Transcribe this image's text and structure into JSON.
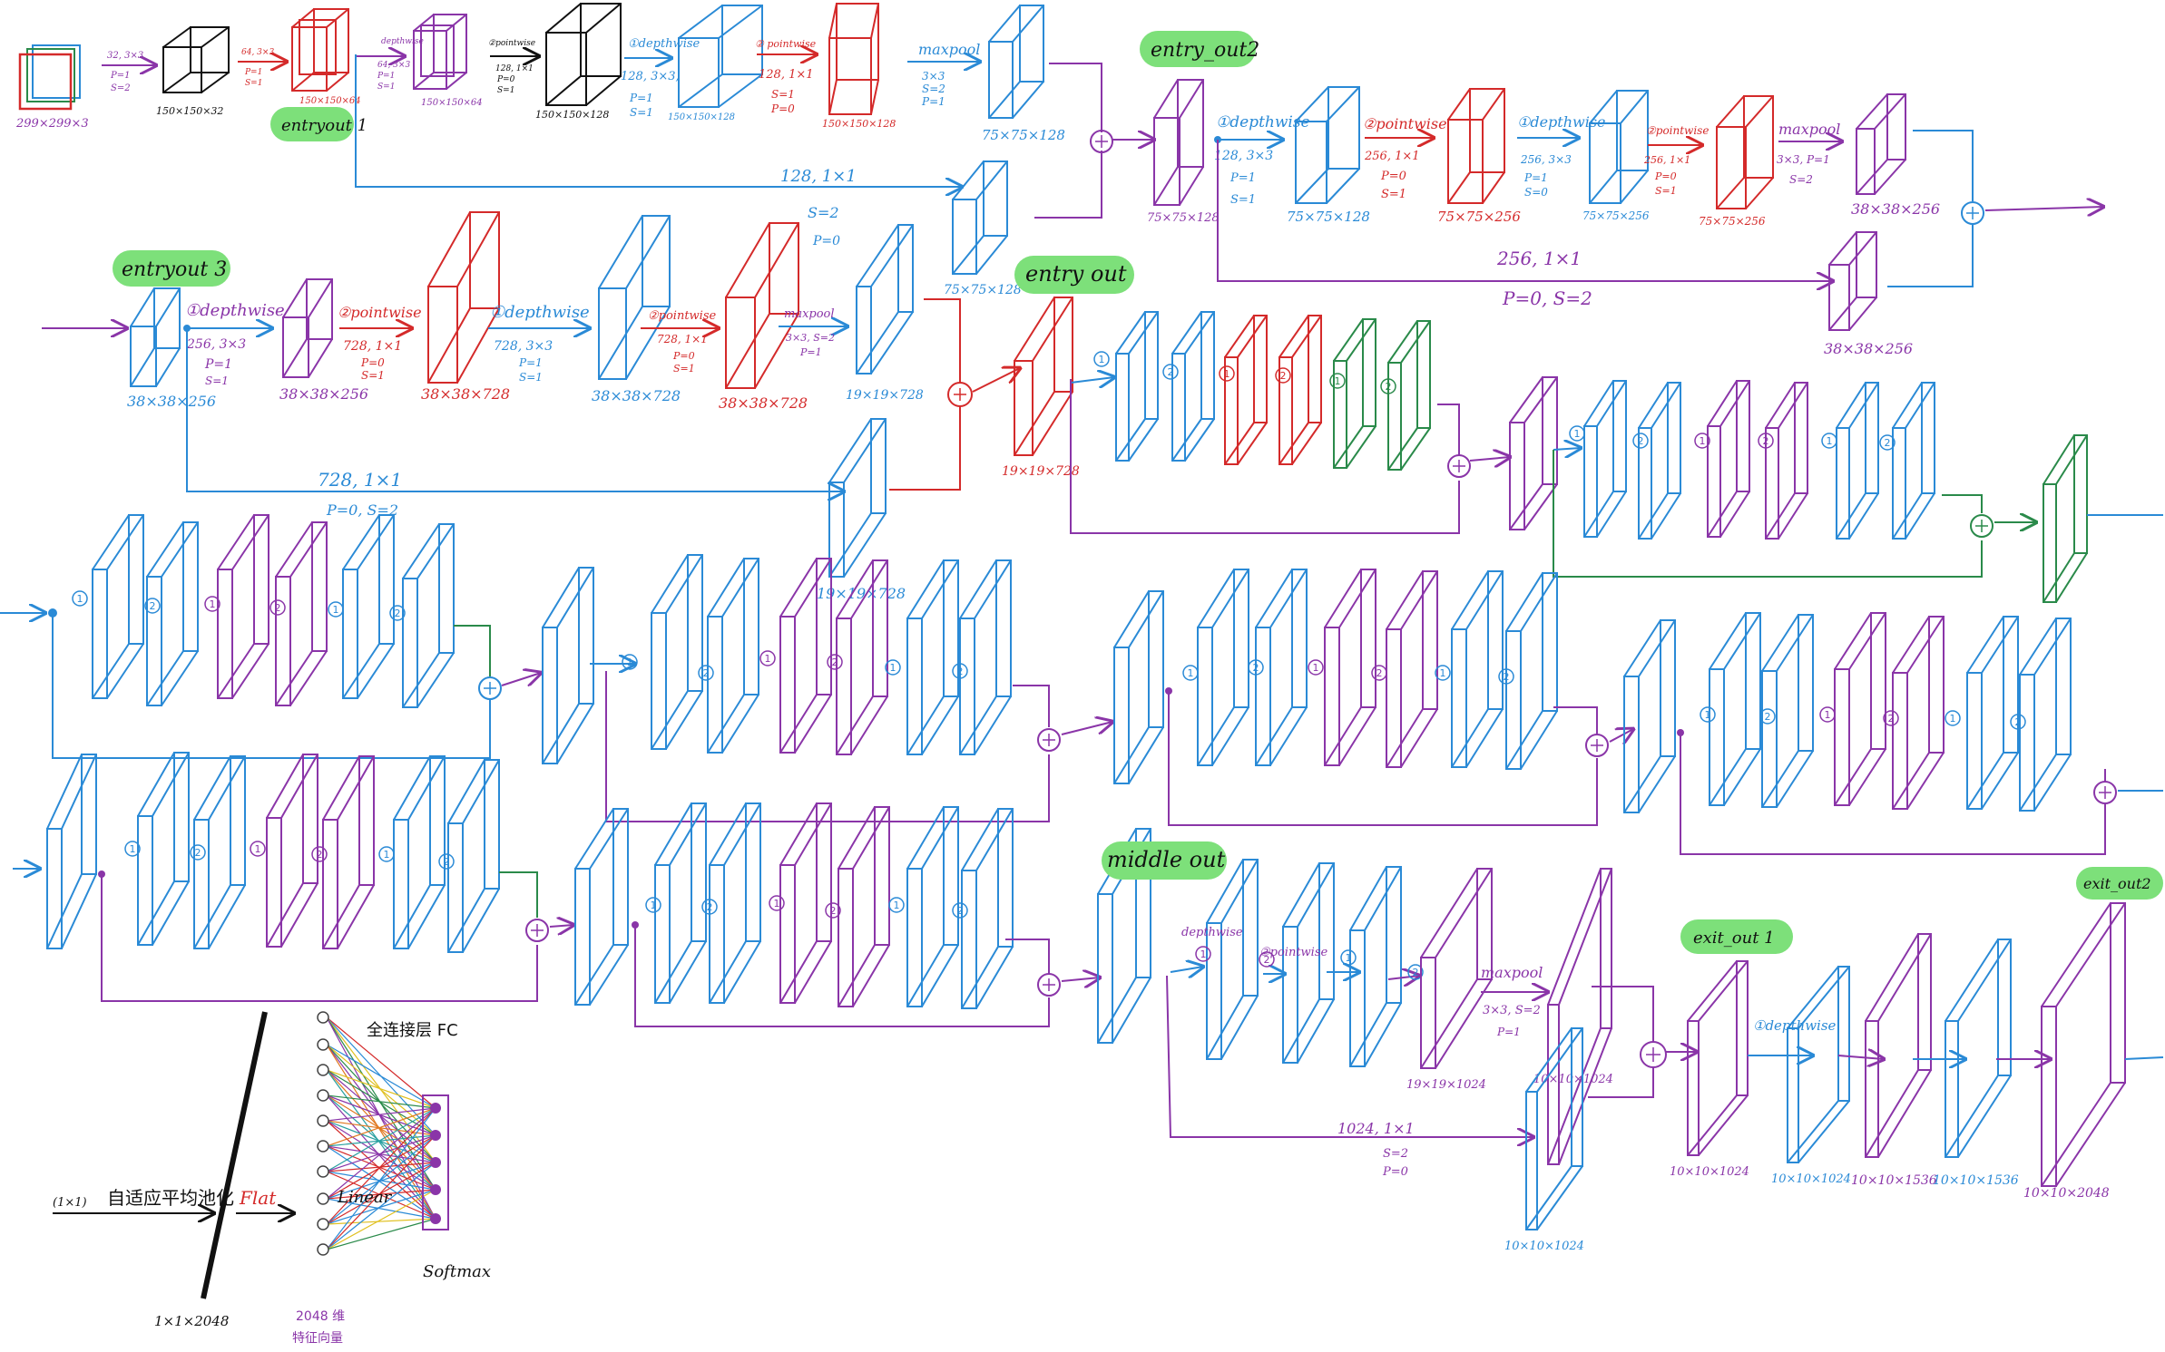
{
  "colors": {
    "blue": "#2a8ad6",
    "red": "#d42a2a",
    "purple": "#8a35a8",
    "green": "#2a8a4a",
    "black": "#111111",
    "tag_bg": "#7de07a"
  },
  "tags": {
    "entry_out1": "entryout 1",
    "entry_out2": "entry_out2",
    "entry_out3": "entryout 3",
    "entry_out": "entry out",
    "middle_out": "middle out",
    "exit_out1": "exit_out 1",
    "exit_out2": "exit_out2"
  },
  "row1": {
    "input_size": "299×299×3",
    "conv1": "32, 3×3",
    "conv1_p": "P=1",
    "conv1_s": "S=2",
    "size_150x32": "150×150×32",
    "conv2": "64, 3×3",
    "conv2_p": "P=1",
    "conv2_s": "S=1",
    "size_150x64": "150×150×64",
    "dw_a": "depthwise",
    "dw_a_params": "64, 3×3",
    "dw_a_p": "P=1",
    "dw_a_s": "S=1",
    "size_150x64b": "150×150×64",
    "pw_a": "②pointwise",
    "pw_a_params": "128, 1×1",
    "pw_a_p": "P=0",
    "pw_a_s": "S=1",
    "size_150x128": "150×150×128",
    "dw_b": "①depthwise",
    "dw_b_params": "128, 3×3,",
    "dw_b_p": "P=1",
    "dw_b_s": "S=1",
    "size_150x128b": "150×150×128",
    "pw_b": "② pointwise",
    "pw_b_params": "128, 1×1",
    "pw_b_s": "S=1",
    "pw_b_p": "P=0",
    "size_150x128c": "150×150×128",
    "maxpool": "maxpool",
    "mp_k": "3×3",
    "mp_s": "S=2",
    "mp_p": "P=1",
    "size_75x128": "75×75×128",
    "skip1": "128, 1×1",
    "skip1_s": "S=2",
    "skip1_p": "P=0",
    "size_75x128_skip": "75×75×128",
    "dw_c": "①depthwise",
    "dw_c_params": "128, 3×3",
    "dw_c_p": "P=1",
    "dw_c_s": "S=1",
    "size_e2_in": "75×75×128",
    "size_e2_dw": "75×75×128",
    "pw_c": "②pointwise",
    "pw_c_params": "256, 1×1",
    "pw_c_p": "P=0",
    "pw_c_s": "S=1",
    "size_e2_pw": "75×75×256",
    "dw_d": "①depthwise",
    "dw_d_params": "256, 3×3",
    "dw_d_p": "P=1",
    "dw_d_s": "S=0",
    "size_e2_dw2": "75×75×256",
    "pw_d": "②pointwise",
    "pw_d_params": "256, 1×1",
    "pw_d_p": "P=0",
    "pw_d_s": "S=1",
    "size_e2_pw2": "75×75×256",
    "maxpool2": "maxpool",
    "mp2_params": "3×3, P=1",
    "mp2_s": "S=2",
    "size_38x256": "38×38×256",
    "skip2": "256, 1×1",
    "skip2_ps": "P=0, S=2",
    "size_38x256_skip": "38×38×256"
  },
  "row2": {
    "size_in": "38×38×256",
    "dw": "①depthwise",
    "dw_params": "256, 3×3",
    "dw_p": "P=1",
    "dw_s": "S=1",
    "size_dw": "38×38×256",
    "pw": "②pointwise",
    "pw_params": "728, 1×1",
    "pw_p": "P=0",
    "pw_s": "S=1",
    "size_pw": "38×38×728",
    "dw2": "①depthwise",
    "dw2_params": "728, 3×3",
    "dw2_p": "P=1",
    "dw2_s": "S=1",
    "size_dw2": "38×38×728",
    "pw2": "②pointwise",
    "pw2_params": "728, 1×1",
    "pw2_p": "P=0",
    "pw2_s": "S=1",
    "size_pw2": "38×38×728",
    "maxpool": "maxpool",
    "mp_params": "3×3, S=2",
    "mp_p": "P=1",
    "size_mp": "19×19×728",
    "skip": "728, 1×1",
    "skip_ps": "P=0, S=2",
    "size_skip": "19×19×728",
    "size_entry_out": "19×19×728",
    "tiny": "19×19×728"
  },
  "marks": {
    "one": "1",
    "two": "2",
    "plus": "+"
  },
  "exit": {
    "depthwise": "depthwise",
    "pointwise": "②pointwise",
    "maxpool": "maxpool",
    "mp_params": "3×3, S=2",
    "mp_p": "P=1",
    "size_19x1024": "19×19×1024",
    "size_10x1024": "10×10×1024",
    "skip": "1024, 1×1",
    "skip_s": "S=2",
    "skip_p": "P=0",
    "size_skip": "10×10×1024",
    "size_exit1": "10×10×1024",
    "dw2": "①depthwise",
    "size_dw2": "10×10×1024",
    "size_1536a": "10×10×1536",
    "size_1536b": "10×10×1536",
    "size_2048": "10×10×2048"
  },
  "head": {
    "gap_in": "(1×1)",
    "gap": "自适应平均池化",
    "flat": "Flat",
    "linear": "Linear",
    "fc": "全连接层 FC",
    "feat_size": "1×1×2048",
    "feat_label1": "2048 维",
    "feat_label2": "特征向量",
    "softmax": "Softmax"
  }
}
